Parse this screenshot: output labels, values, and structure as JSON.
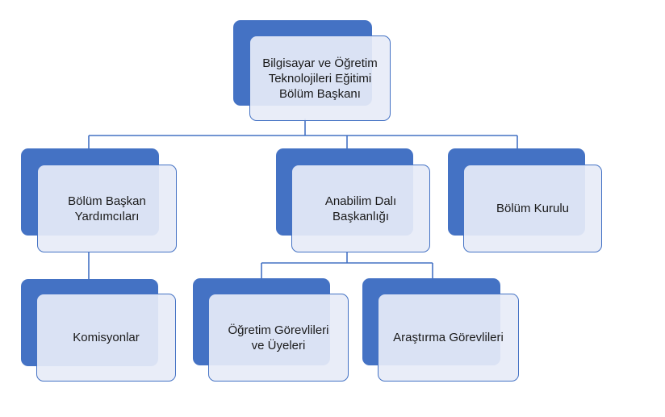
{
  "diagram": {
    "colors": {
      "accent": "#4472c4",
      "box_fill": "#e7ecf7",
      "text": "#1a1a1a"
    },
    "nodes": {
      "root": {
        "label": "Bilgisayar ve Öğretim\nTeknolojileri Eğitimi\nBölüm Başkanı"
      },
      "deputy": {
        "label": "Bölüm Başkan\nYardımcıları"
      },
      "division": {
        "label": "Anabilim Dalı\nBaşkanlığı"
      },
      "board": {
        "label": "Bölüm Kurulu"
      },
      "commissions": {
        "label": "Komisyonlar"
      },
      "faculty": {
        "label": "Öğretim Görevlileri\nve Üyeleri"
      },
      "assistants": {
        "label": "Araştırma Görevlileri"
      }
    },
    "edges": [
      [
        "root",
        "deputy"
      ],
      [
        "root",
        "division"
      ],
      [
        "root",
        "board"
      ],
      [
        "deputy",
        "commissions"
      ],
      [
        "division",
        "faculty"
      ],
      [
        "division",
        "assistants"
      ]
    ]
  }
}
